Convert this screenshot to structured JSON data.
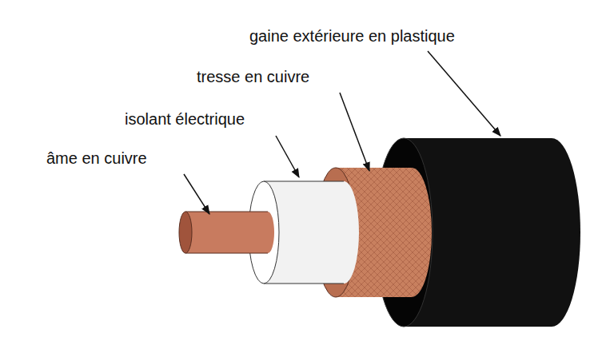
{
  "diagram": {
    "labels": [
      "gaine extérieure en plastique",
      "tresse en cuivre",
      "isolant électrique",
      "âme en cuivre"
    ]
  }
}
